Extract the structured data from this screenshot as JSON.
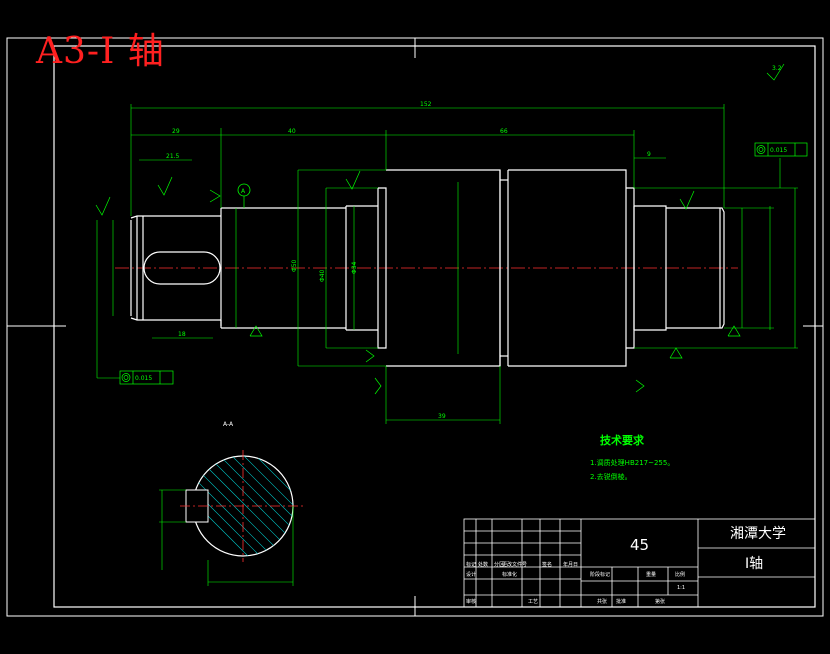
{
  "sheet_title": "A3-I 轴",
  "section_label": "A-A",
  "datum_label": "A",
  "tech_req": {
    "title": "技术要求",
    "lines": [
      "1.调质处理HB217~255。",
      "2.去锐倒棱。"
    ]
  },
  "title_block": {
    "material": "45",
    "school": "湘潭大学",
    "part_name": "I轴",
    "scale": "1:1",
    "labels": [
      "标记",
      "处数",
      "分区",
      "更改文件号",
      "签名",
      "年月日",
      "设计",
      "标准化",
      "阶段标记",
      "重量",
      "比例",
      "审核",
      "工艺",
      "批准",
      "共张",
      "第张"
    ]
  },
  "dimensions": {
    "overall_length": "152",
    "left_span": "29",
    "key_offset": "21.5",
    "seal_len": "40",
    "middle_len": "66",
    "right_shoulder": "9",
    "key_len": "18",
    "dia_shoulder": "Φ50",
    "dia_bearing_left": "Φ40",
    "dia_left_seal": "Φ34",
    "collar_width": "39",
    "gtol_value": "0.015",
    "roughness_default": "3.2"
  }
}
